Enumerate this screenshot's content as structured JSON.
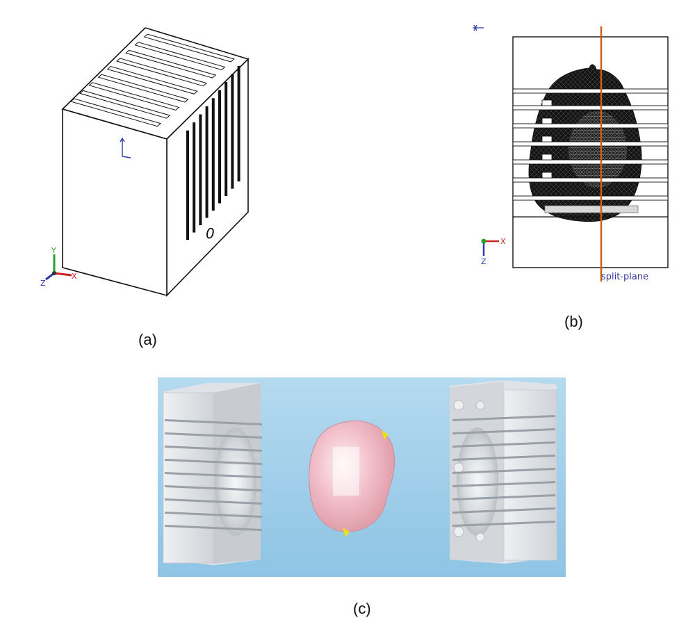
{
  "captions": {
    "a": "(a)",
    "b": "(b)",
    "c": "(c)"
  },
  "panel_a": {
    "axis_labels": {
      "x": "X",
      "y": "Y",
      "z": "Z"
    },
    "mold_mark": "0",
    "slot_count": 9
  },
  "panel_b": {
    "split_plane_label": "split-plane",
    "axis_labels": {
      "x": "X",
      "z": "Z"
    },
    "split_line_color": "#c8611a",
    "mesh_color": "#141414"
  },
  "panel_c": {
    "background_color": "#9ccbe6",
    "mold_color": "#e1e4e7",
    "part_color": "#f0b9c4",
    "sprue_color": "#e8e21c"
  }
}
